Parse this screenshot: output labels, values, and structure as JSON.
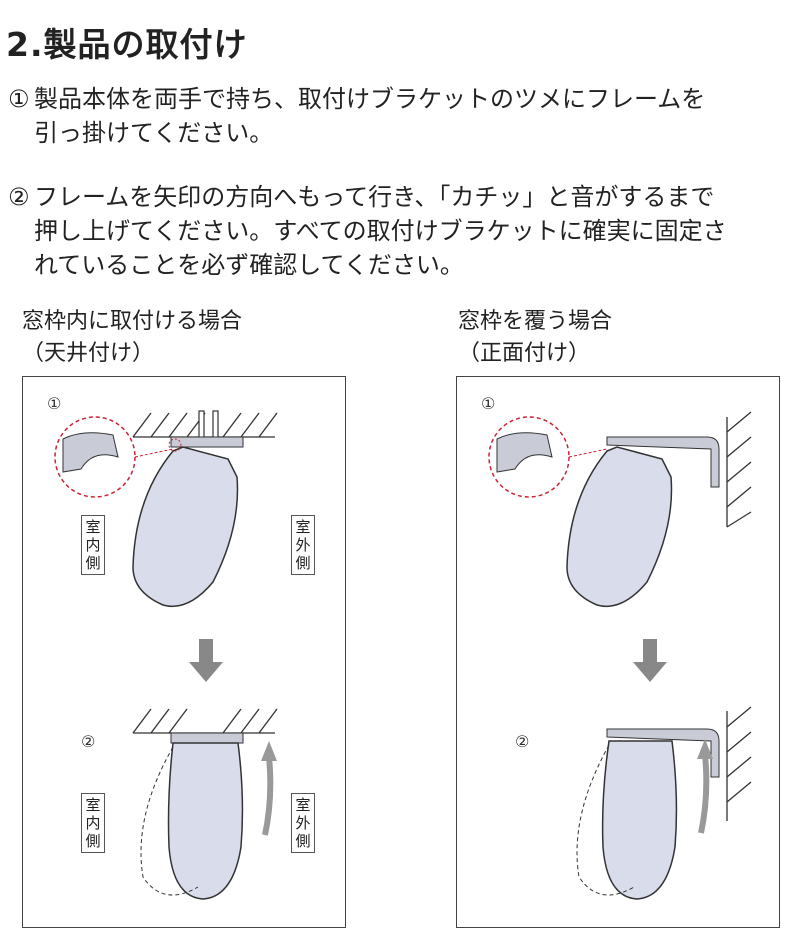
{
  "title": "2.製品の取付け",
  "steps": [
    {
      "num": "①",
      "line1": "製品本体を両手で持ち、取付けブラケットのツメにフレームを",
      "line2": "引っ掛けてください。"
    },
    {
      "num": "②",
      "line1": "フレームを矢印の方向へもって行き、「カチッ」と音がするまで",
      "line2": "押し上げてください。すべての取付けブラケットに確実に固定さ",
      "line3": "れていることを必ず確認してください。"
    }
  ],
  "figures": [
    {
      "caption1": "窓枠内に取付ける場合",
      "caption2": "（天井付け）",
      "step1": "①",
      "step2": "②",
      "label_in": "室内側",
      "label_out": "室外側"
    },
    {
      "caption1": "窓枠を覆う場合",
      "caption2": "（正面付け）",
      "step1": "①",
      "step2": "②"
    }
  ]
}
